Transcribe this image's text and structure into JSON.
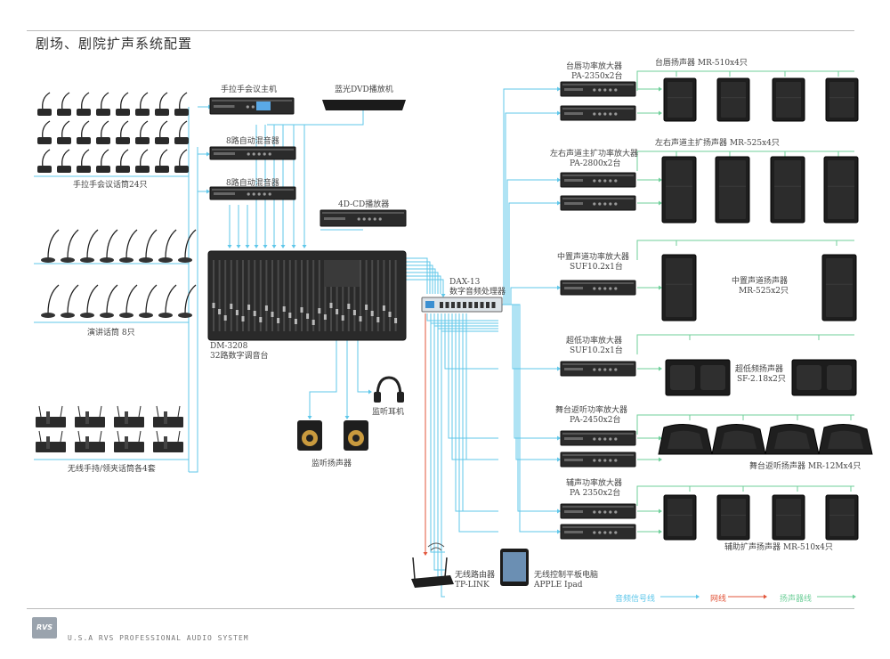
{
  "title": "剧场、剧院扩声系统配置",
  "labels": {
    "conf_mics": "手拉手会议话筒24只",
    "conf_host": "手拉手会议主机",
    "dvd": "蓝光DVD播放机",
    "mixer8a": "8路自动混音器",
    "mixer8b": "8路自动混音器",
    "cd": "4D-CD播放器",
    "gooseneck": "演讲话筒 8只",
    "wireless": "无线手持/领夹话筒各4套",
    "console_model": "DM-3208",
    "console_desc": "32路数字调音台",
    "processor_model": "DAX-13",
    "processor_desc": "数字音频处理器",
    "headphones": "监听耳机",
    "monitors": "监听扬声器",
    "router_name": "无线路由器",
    "router_model": "TP-LINK",
    "tablet_name": "无线控制平板电脑",
    "tablet_model": "APPLE Ipad",
    "amp1_name": "台唇功率放大器",
    "amp1_model": "PA-2350x2台",
    "spk1": "台唇扬声器 MR-510x4只",
    "amp2_name": "左右声道主扩功率放大器",
    "amp2_model": "PA-2800x2台",
    "spk2": "左右声道主扩扬声器 MR-525x4只",
    "amp3_name": "中置声道功率放大器",
    "amp3_model": "SUF10.2x1台",
    "spk3_a": "中置声道扬声器",
    "spk3_b": "MR-525x2只",
    "amp4_name": "超低功率放大器",
    "amp4_model": "SUF10.2x1台",
    "spk4_a": "超低频扬声器",
    "spk4_b": "SF-2.18x2只",
    "amp5_name": "舞台返听功率放大器",
    "amp5_model": "PA-2450x2台",
    "spk5": "舞台返听扬声器 MR-12Mx4只",
    "amp6_name": "辅声功率放大器",
    "amp6_model": "PA 2350x2台",
    "spk6": "辅助扩声扬声器 MR-510x4只"
  },
  "legend": {
    "audio": "音频信号线",
    "network": "网线",
    "speaker": "扬声器线"
  },
  "colors": {
    "audio": "#5fc7ea",
    "network": "#e2553a",
    "speaker": "#6fcf9a"
  },
  "footer": "U.S.A RVS PROFESSIONAL AUDIO SYSTEM",
  "logo_text": "RVS"
}
